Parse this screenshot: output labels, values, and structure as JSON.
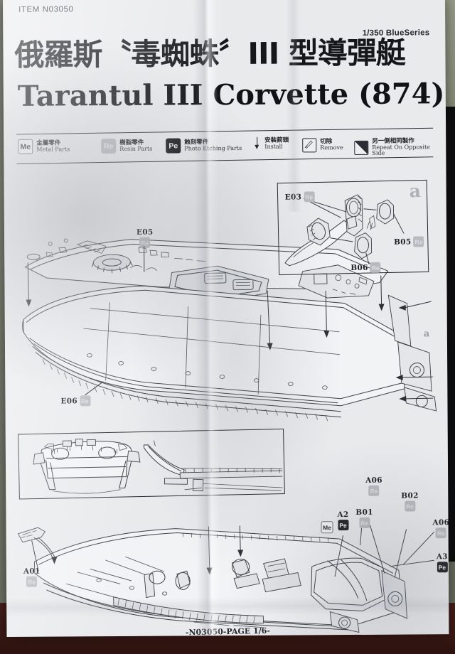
{
  "sheet": {
    "item_number": "ITEM N03050",
    "scale_series": "1/350 BlueSeries",
    "title_cn": "俄羅斯〝毒蜘蛛〞III 型導彈艇",
    "title_en": "Tarantul III Corvette (874)",
    "footer": "-N03050-PAGE 1/6-"
  },
  "legend": [
    {
      "badge": "Me",
      "badge_kind": "me",
      "cn": "金屬零件",
      "en": "Metal Parts"
    },
    {
      "badge": "Re",
      "badge_kind": "re",
      "cn": "樹脂零件",
      "en": "Resin Parts"
    },
    {
      "badge": "Pe",
      "badge_kind": "pe",
      "cn": "蝕刻零件",
      "en": "Photo Etching Parts"
    },
    {
      "badge": "",
      "badge_kind": "arrow",
      "cn": "安裝箭頭",
      "en": "Install"
    },
    {
      "badge": "",
      "badge_kind": "knife",
      "cn": "切除",
      "en": "Remove"
    },
    {
      "badge": "",
      "badge_kind": "half",
      "cn": "另一側相同製作",
      "en": "Repeat On Opposite Side"
    }
  ],
  "inset": {
    "letter": "a",
    "callouts": [
      {
        "code": "E03",
        "badge": "Re"
      },
      {
        "code": "B05",
        "badge": "Re"
      },
      {
        "code": "B06",
        "badge": "Re"
      }
    ]
  },
  "hull_callouts": [
    {
      "code": "E05",
      "badge": "Re"
    },
    {
      "code": "E06",
      "badge": "Re"
    },
    {
      "code": "a",
      "badge": ""
    }
  ],
  "lower_callouts": [
    {
      "code": "A01",
      "badge": "Re"
    },
    {
      "code": "Me",
      "badge": ""
    },
    {
      "code": "A2",
      "badge": "Pe"
    },
    {
      "code": "B01",
      "badge": "Re"
    },
    {
      "code": "A06",
      "badge": "Re"
    },
    {
      "code": "B02",
      "badge": "Re"
    },
    {
      "code": "A06",
      "badge": "Re"
    },
    {
      "code": "A3",
      "badge": "Pe"
    }
  ],
  "colors": {
    "paper": "#e9eaec",
    "ink": "#23262c",
    "badge_resin": "#b9bcc1",
    "badge_etch": "#1d1f23",
    "backdrop": "#7d8174",
    "table_bottom": "#3c1a16"
  }
}
